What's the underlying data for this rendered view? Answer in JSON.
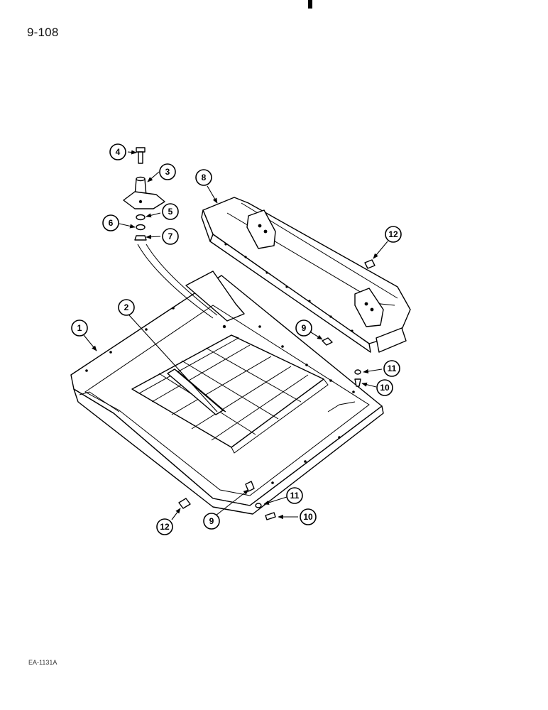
{
  "page_number": "9-108",
  "figure_code": "EA-1131A",
  "parts": {
    "p1": "1",
    "p2": "2",
    "p3": "3",
    "p4": "4",
    "p5": "5",
    "p6": "6",
    "p7": "7",
    "p8": "8",
    "p9": "9",
    "p10": "10",
    "p11": "11",
    "p12": "12"
  }
}
